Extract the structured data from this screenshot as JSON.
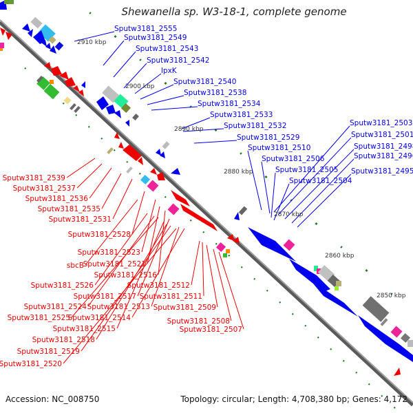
{
  "title": "Shewanella sp. W3-18-1, complete genome",
  "footer": {
    "accession": "Accession: NC_008750",
    "summary": "Topology: circular; Length: 4,708,380 bp; Genes: 4,172"
  },
  "colors": {
    "forward": "#0000ee",
    "reverse": "#ee0000",
    "backbone": "#808080",
    "tick": "#1a7a1a"
  },
  "scale_labels": [
    "2910 kbp",
    "2900 kbp",
    "2890 kbp",
    "2880 kbp",
    "2870 kbp",
    "2860 kbp",
    "2850 kbp"
  ],
  "forward_labels": [
    "Sputw3181_2555",
    "Sputw3181_2549",
    "Sputw3181_2543",
    "Sputw3181_2542",
    "lpxK",
    "Sputw3181_2540",
    "Sputw3181_2538",
    "Sputw3181_2534",
    "Sputw3181_2533",
    "Sputw3181_2532",
    "Sputw3181_2529",
    "Sputw3181_2510",
    "Sputw3181_2506",
    "Sputw3181_2505",
    "Sputw3181_2504",
    "Sputw3181_2503",
    "Sputw3181_2501",
    "Sputw3181_2498",
    "Sputw3181_2496",
    "Sputw3181_2495"
  ],
  "reverse_labels": [
    "Sputw3181_2539",
    "Sputw3181_2537",
    "Sputw3181_2536",
    "Sputw3181_2535",
    "Sputw3181_2531",
    "Sputw3181_2528",
    "Sputw3181_2523",
    "sbcB",
    "Sputw3181_2521",
    "Sputw3181_2516",
    "Sputw3181_2526",
    "Sputw3181_2512",
    "Sputw3181_2517",
    "Sputw3181_2511",
    "Sputw3181_2524",
    "Sputw3181_2513",
    "Sputw3181_2509",
    "Sputw3181_2525",
    "Sputw3181_2514",
    "Sputw3181_2508",
    "Sputw3181_2507",
    "Sputw3181_2515",
    "Sputw3181_2518",
    "Sputw3181_2519",
    "Sputw3181_2520"
  ]
}
